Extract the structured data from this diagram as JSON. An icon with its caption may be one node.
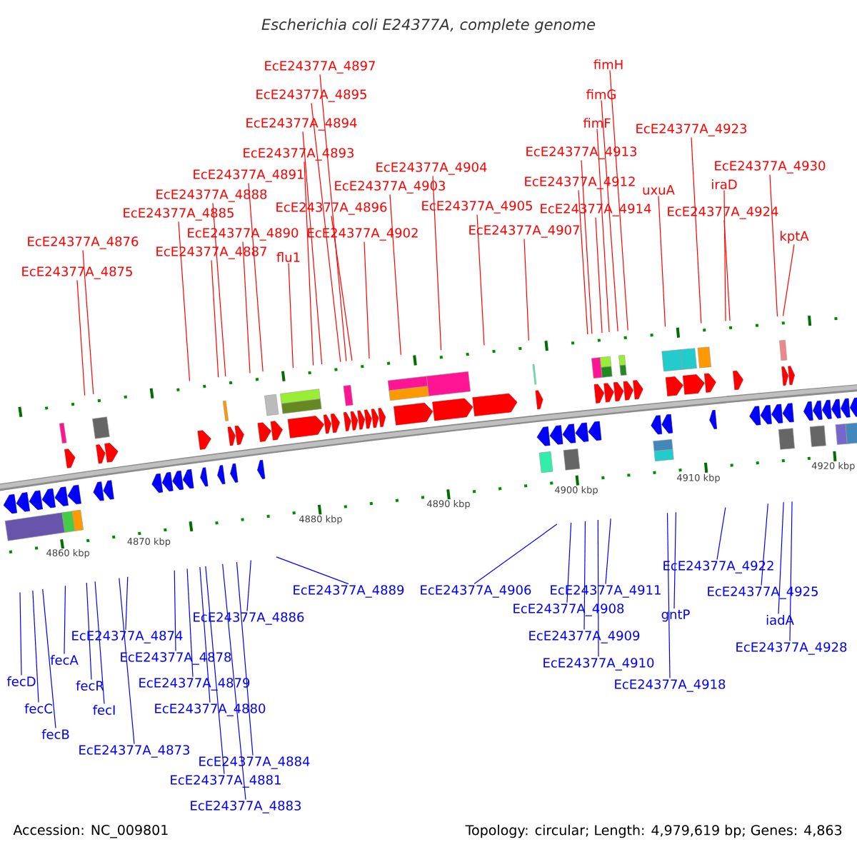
{
  "diagram": {
    "title": "Escherichia coli E24377A, complete genome",
    "nodes": [
      {
        "text": [
          "EcE24377A_4897"
        ]
      },
      {
        "text": [
          "fimH"
        ]
      },
      {
        "text": [
          "EcE24377A_4895"
        ]
      },
      {
        "text": [
          "fimG"
        ]
      },
      {
        "text": [
          "EcE24377A_4894"
        ]
      },
      {
        "text": [
          "fimF"
        ]
      },
      {
        "text": [
          "EcE24377A_4923"
        ]
      },
      {
        "text": [
          "EcE24377A_4913"
        ]
      },
      {
        "text": [
          "EcE24377A_4893"
        ]
      },
      {
        "text": [
          "EcE24377A_4930"
        ]
      },
      {
        "text": [
          "EcE24377A_4904"
        ]
      },
      {
        "text": [
          "EcE24377A_4891"
        ]
      },
      {
        "text": [
          "EcE24377A_4912"
        ]
      },
      {
        "text": [
          "iraD"
        ]
      },
      {
        "text": [
          "EcE24377A_4903"
        ]
      },
      {
        "text": [
          "uxuA"
        ]
      },
      {
        "text": [
          "EcE24377A_4888"
        ]
      },
      {
        "text": [
          "EcE24377A_4896"
        ]
      },
      {
        "text": [
          "EcE24377A_4905"
        ]
      },
      {
        "text": [
          "EcE24377A_4914"
        ]
      },
      {
        "text": [
          "EcE24377A_4924"
        ]
      },
      {
        "text": [
          "EcE24377A_4885"
        ]
      },
      {
        "text": [
          "EcE24377A_4907"
        ]
      },
      {
        "text": [
          "EcE24377A_4890"
        ]
      },
      {
        "text": [
          "EcE24377A_4902"
        ]
      },
      {
        "text": [
          "kptA"
        ]
      },
      {
        "text": [
          "EcE24377A_4876"
        ]
      },
      {
        "text": [
          "EcE24377A_4887"
        ]
      },
      {
        "text": [
          "flu1"
        ]
      },
      {
        "text": [
          "EcE24377A_4875"
        ]
      },
      {
        "text": [
          "EcE24377A_4922"
        ]
      },
      {
        "text": [
          "EcE24377A_4889"
        ]
      },
      {
        "text": [
          "EcE24377A_4906"
        ]
      },
      {
        "text": [
          "EcE24377A_4911"
        ]
      },
      {
        "text": [
          "EcE24377A_4925"
        ]
      },
      {
        "text": [
          "EcE24377A_4908"
        ]
      },
      {
        "text": [
          "gntP"
        ]
      },
      {
        "text": [
          "EcE24377A_4886"
        ]
      },
      {
        "text": [
          "iadA"
        ]
      },
      {
        "text": [
          "EcE24377A_4874"
        ]
      },
      {
        "text": [
          "EcE24377A_4909"
        ]
      },
      {
        "text": [
          "EcE24377A_4928"
        ]
      },
      {
        "text": [
          "EcE24377A_4878"
        ]
      },
      {
        "text": [
          "fecA"
        ]
      },
      {
        "text": [
          "EcE24377A_4910"
        ]
      },
      {
        "text": [
          "fecD"
        ]
      },
      {
        "text": [
          "EcE24377A_4879"
        ]
      },
      {
        "text": [
          "EcE24377A_4918"
        ]
      },
      {
        "text": [
          "fecR"
        ]
      },
      {
        "text": [
          "fecC"
        ]
      },
      {
        "text": [
          "fecI"
        ]
      },
      {
        "text": [
          "EcE24377A_4880"
        ]
      },
      {
        "text": [
          "fecB"
        ]
      },
      {
        "text": [
          "EcE24377A_4873"
        ]
      },
      {
        "text": [
          "EcE24377A_4884"
        ]
      },
      {
        "text": [
          "EcE24377A_4881"
        ]
      },
      {
        "text": [
          "EcE24377A_4883"
        ]
      }
    ],
    "edges": [
      {
        "from": 0,
        "to": null,
        "arrow": "none"
      },
      {
        "from": 1,
        "to": null,
        "arrow": "none"
      },
      {
        "from": 2,
        "to": null,
        "arrow": "none"
      },
      {
        "from": 3,
        "to": null,
        "arrow": "none"
      },
      {
        "from": 4,
        "to": null,
        "arrow": "none"
      },
      {
        "from": 5,
        "to": null,
        "arrow": "none"
      },
      {
        "from": 6,
        "to": null,
        "arrow": "none"
      },
      {
        "from": 7,
        "to": null,
        "arrow": "none"
      },
      {
        "from": 8,
        "to": null,
        "arrow": "none"
      },
      {
        "from": 9,
        "to": null,
        "arrow": "none"
      },
      {
        "from": 10,
        "to": null,
        "arrow": "none"
      },
      {
        "from": 11,
        "to": null,
        "arrow": "none"
      },
      {
        "from": 12,
        "to": null,
        "arrow": "none"
      },
      {
        "from": 13,
        "to": null,
        "arrow": "none"
      },
      {
        "from": 14,
        "to": null,
        "arrow": "none"
      },
      {
        "from": 15,
        "to": null,
        "arrow": "none"
      },
      {
        "from": 16,
        "to": null,
        "arrow": "none"
      },
      {
        "from": 17,
        "to": null,
        "arrow": "none"
      },
      {
        "from": 18,
        "to": null,
        "arrow": "none"
      },
      {
        "from": 19,
        "to": null,
        "arrow": "none"
      },
      {
        "from": 20,
        "to": null,
        "arrow": "none"
      },
      {
        "from": 21,
        "to": null,
        "arrow": "none"
      },
      {
        "from": 22,
        "to": null,
        "arrow": "none"
      },
      {
        "from": 23,
        "to": null,
        "arrow": "none"
      },
      {
        "from": 24,
        "to": null,
        "arrow": "none"
      },
      {
        "from": 25,
        "to": null,
        "arrow": "none"
      },
      {
        "from": 26,
        "to": null,
        "arrow": "none"
      },
      {
        "from": 27,
        "to": null,
        "arrow": "none"
      },
      {
        "from": 28,
        "to": null,
        "arrow": "none"
      },
      {
        "from": 29,
        "to": null,
        "arrow": "none"
      },
      {
        "from": 30,
        "to": null,
        "arrow": "none",
        "color": "#0000ff"
      },
      {
        "from": 31,
        "to": null,
        "arrow": "none",
        "color": "#0000ff"
      },
      {
        "from": 32,
        "to": null,
        "arrow": "none",
        "color": "#0000ff"
      },
      {
        "from": 33,
        "to": null,
        "arrow": "none",
        "color": "#0000ff"
      },
      {
        "from": 34,
        "to": null,
        "arrow": "none",
        "color": "#0000ff"
      },
      {
        "from": 35,
        "to": null,
        "arrow": "none",
        "color": "#0000ff"
      },
      {
        "from": 36,
        "to": null,
        "arrow": "none",
        "color": "#0000ff"
      },
      {
        "from": 37,
        "to": null,
        "arrow": "none",
        "color": "#0000ff"
      },
      {
        "from": 38,
        "to": null,
        "arrow": "none",
        "color": "#0000ff"
      },
      {
        "from": 39,
        "to": null,
        "arrow": "none",
        "color": "#0000ff"
      },
      {
        "from": 40,
        "to": null,
        "arrow": "none",
        "color": "#0000ff"
      },
      {
        "from": 41,
        "to": null,
        "arrow": "none",
        "color": "#0000ff"
      },
      {
        "from": 42,
        "to": null,
        "arrow": "none",
        "color": "#0000ff"
      },
      {
        "from": 43,
        "to": null,
        "arrow": "none",
        "color": "#0000ff"
      },
      {
        "from": 44,
        "to": null,
        "arrow": "none",
        "color": "#0000ff"
      },
      {
        "from": 45,
        "to": null,
        "arrow": "none",
        "color": "#0000ff"
      },
      {
        "from": 46,
        "to": null,
        "arrow": "none",
        "color": "#0000ff"
      },
      {
        "from": 47,
        "to": null,
        "arrow": "none",
        "color": "#0000ff"
      },
      {
        "from": 48,
        "to": null,
        "arrow": "none",
        "color": "#0000ff"
      },
      {
        "from": 49,
        "to": null,
        "arrow": "none",
        "color": "#0000ff"
      },
      {
        "from": 50,
        "to": null,
        "arrow": "none",
        "color": "#0000ff"
      },
      {
        "from": 51,
        "to": null,
        "arrow": "none",
        "color": "#0000ff"
      },
      {
        "from": 52,
        "to": null,
        "arrow": "none",
        "color": "#0000ff"
      },
      {
        "from": 53,
        "to": null,
        "arrow": "none",
        "color": "#0000ff"
      },
      {
        "from": 54,
        "to": null,
        "arrow": "none",
        "color": "#0000ff"
      },
      {
        "from": 55,
        "to": null,
        "arrow": "none",
        "color": "#0000ff"
      },
      {
        "from": 56,
        "to": null,
        "arrow": "none",
        "color": "#0000ff"
      }
    ],
    "labels": [
      "4860 kbp",
      "4870 kbp",
      "4880 kbp",
      "4890 kbp",
      "4900 kbp",
      "4910 kbp",
      "4920 kbp",
      "Accession: NC_009801",
      "Topology: circular; Length: 4,979,619 bp; Genes: 4,863"
    ]
  }
}
